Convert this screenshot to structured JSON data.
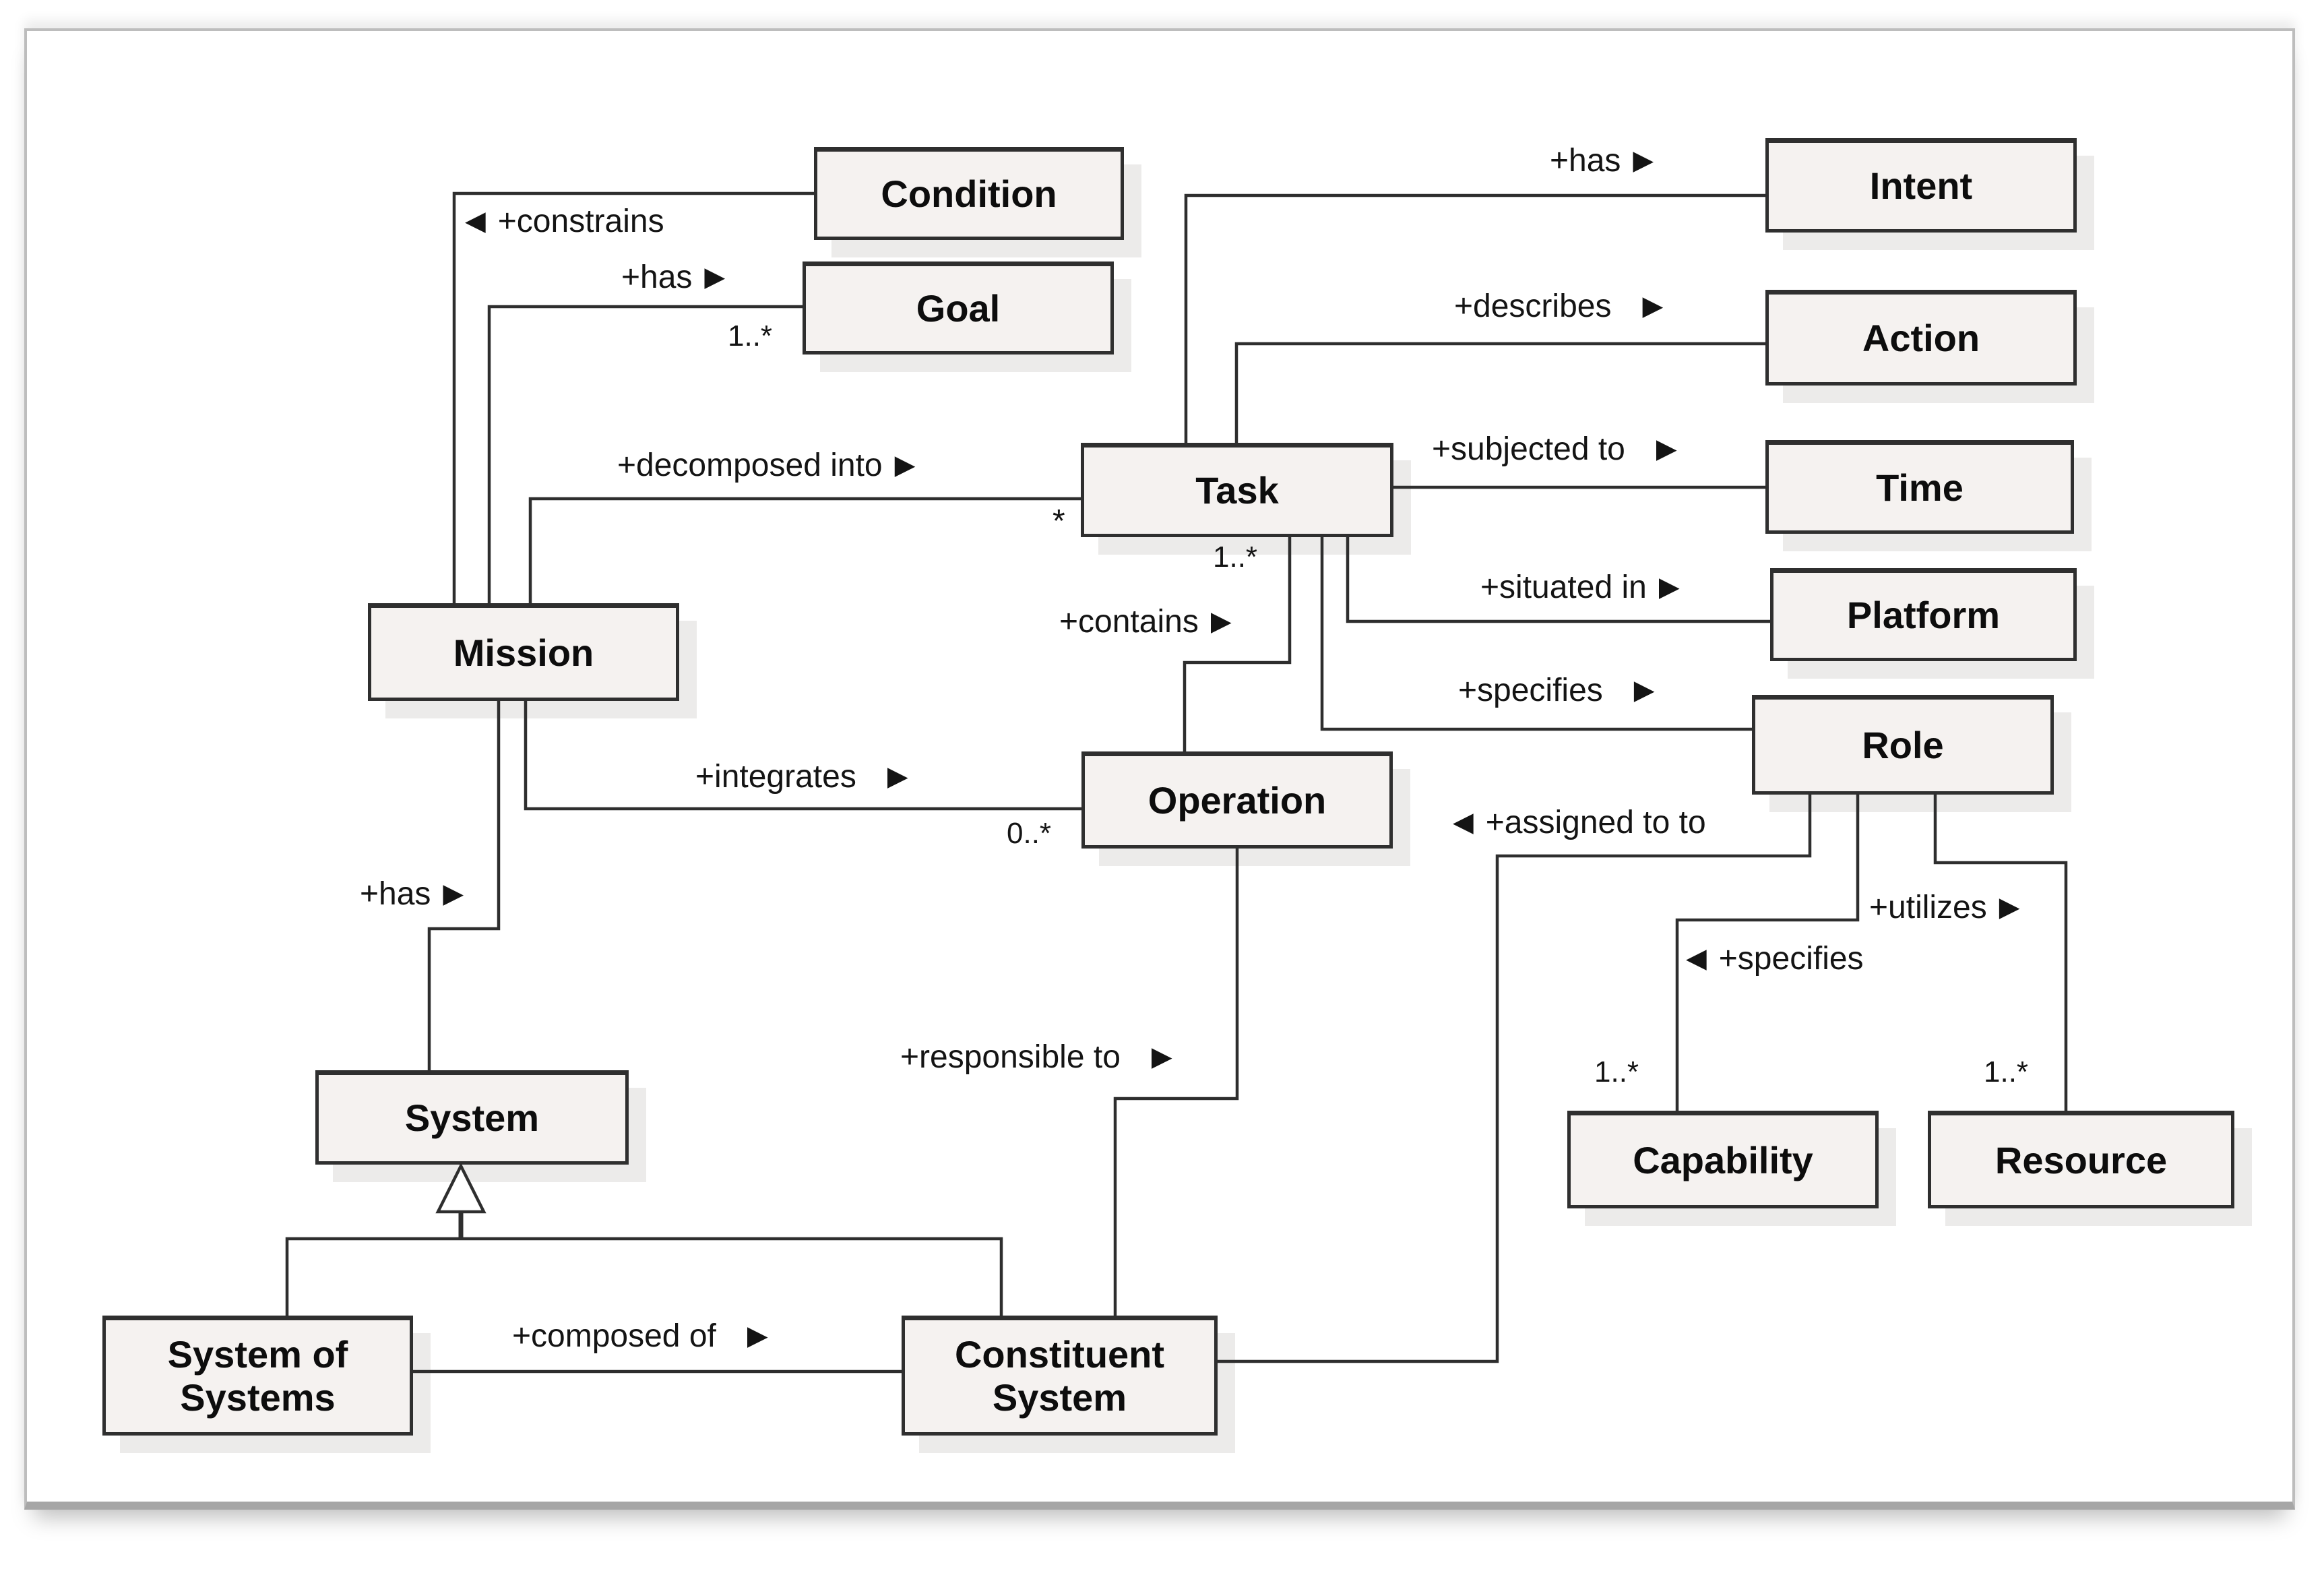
{
  "colors": {
    "box_fill": "#f5f2f0",
    "box_border": "#2f2f2f",
    "box_shadow": "#ecebea",
    "line": "#2e2e2e",
    "page_border": "#bdbdbd",
    "page_border_bottom": "#a6a6a6"
  },
  "nodes": {
    "condition": {
      "label": "Condition"
    },
    "goal": {
      "label": "Goal"
    },
    "intent": {
      "label": "Intent"
    },
    "action": {
      "label": "Action"
    },
    "task": {
      "label": "Task"
    },
    "time": {
      "label": "Time"
    },
    "platform": {
      "label": "Platform"
    },
    "mission": {
      "label": "Mission"
    },
    "role": {
      "label": "Role"
    },
    "operation": {
      "label": "Operation"
    },
    "system": {
      "label": "System"
    },
    "capability": {
      "label": "Capability"
    },
    "resource": {
      "label": "Resource"
    },
    "system_of_systems": {
      "label": "System of\nSystems"
    },
    "constituent_system": {
      "label": "Constituent\nSystem"
    }
  },
  "edges": {
    "constrains": {
      "text": "+constrains",
      "arrow": "◀"
    },
    "has_goal": {
      "text": "+has",
      "arrow": "▶",
      "mult": "1..*"
    },
    "decomposed_into": {
      "text": "+decomposed into",
      "arrow": "▶",
      "mult": "*"
    },
    "has_intent": {
      "text": "+has",
      "arrow": "▶"
    },
    "describes": {
      "text": "+describes",
      "arrow": "▶"
    },
    "subjected_to": {
      "text": "+subjected to",
      "arrow": "▶"
    },
    "situated_in": {
      "text": "+situated in",
      "arrow": "▶"
    },
    "specifies_role": {
      "text": "+specifies",
      "arrow": "▶"
    },
    "contains": {
      "text": "+contains",
      "arrow": "▶",
      "mult": "1..*"
    },
    "integrates": {
      "text": "+integrates",
      "arrow": "▶",
      "mult": "0..*"
    },
    "has_system": {
      "text": "+has",
      "arrow": "▶"
    },
    "responsible_to": {
      "text": "+responsible to",
      "arrow": "▶"
    },
    "composed_of": {
      "text": "+composed of",
      "arrow": "▶"
    },
    "assigned_to": {
      "text": "+assigned to to",
      "arrow": "◀"
    },
    "specifies_capability": {
      "text": "+specifies",
      "arrow": "◀",
      "mult": "1..*"
    },
    "utilizes": {
      "text": "+utilizes",
      "arrow": "▶",
      "mult": "1..*"
    }
  }
}
